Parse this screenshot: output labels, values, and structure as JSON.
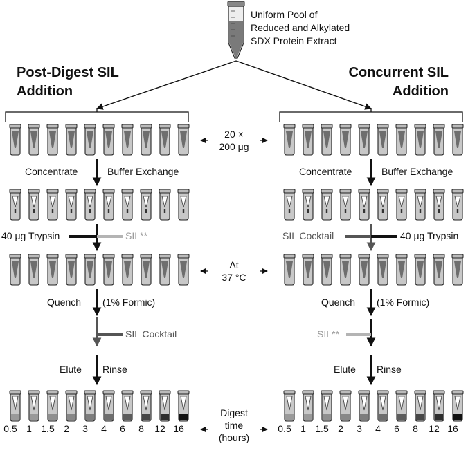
{
  "source": {
    "label_lines": [
      "Uniform Pool of",
      "Reduced and Alkylated",
      "SDX Protein Extract"
    ]
  },
  "titles": {
    "left": [
      "Post-Digest SIL",
      "Addition"
    ],
    "right": [
      "Concurrent SIL",
      "Addition"
    ]
  },
  "center": {
    "amount_lines": [
      "20 ×",
      "200 μg"
    ],
    "incubation_lines": [
      "Δt",
      "37 °C"
    ],
    "digest_lines": [
      "Digest",
      "time",
      "(hours)"
    ]
  },
  "steps": {
    "concentrate": "Concentrate",
    "buffer_exchange": "Buffer Exchange",
    "trypsin": "40 μg Trypsin",
    "sil_star": "SIL**",
    "sil_cocktail": "SIL Cocktail",
    "quench": "Quench",
    "formic": "(1% Formic)",
    "elute": "Elute",
    "rinse": "Rinse"
  },
  "time_points": [
    "0.5",
    "1",
    "1.5",
    "2",
    "3",
    "4",
    "6",
    "8",
    "12",
    "16"
  ],
  "colors": {
    "arrow": "#111111",
    "sil_star": "#b4b4b4",
    "sil_cocktail": "#555555",
    "tube_fill": "#c8c8c8",
    "tube_outline": "#222222"
  }
}
